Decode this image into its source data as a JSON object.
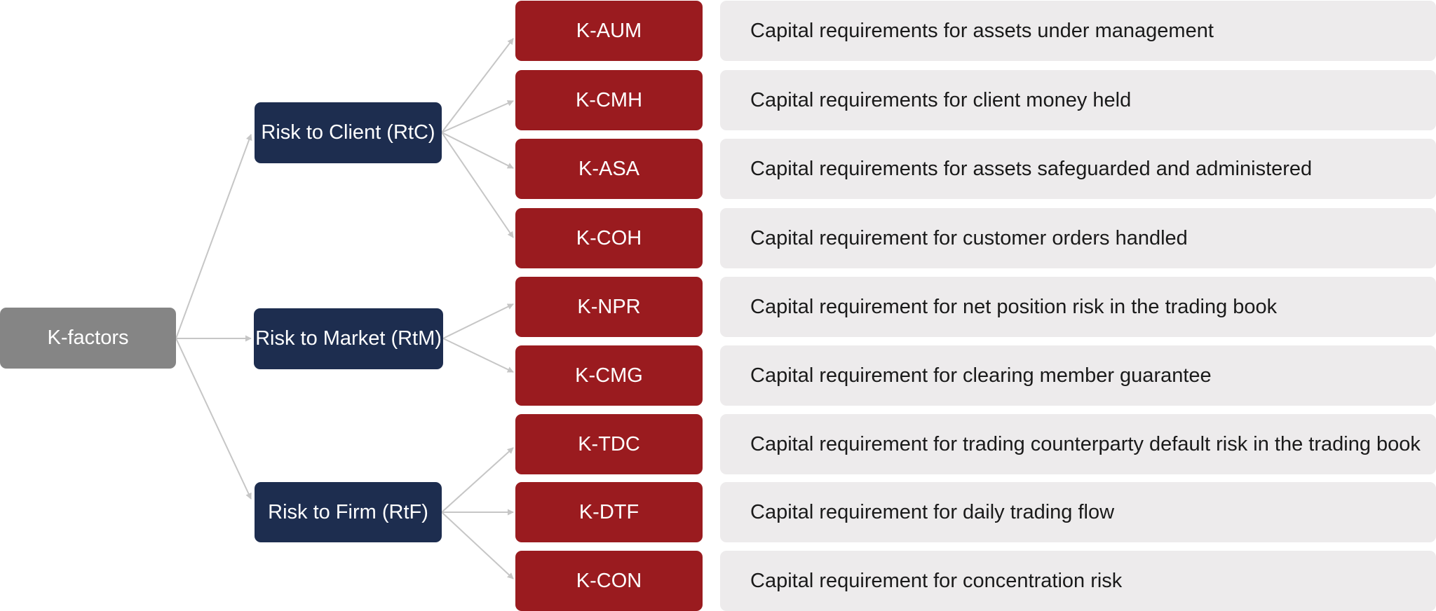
{
  "root": {
    "label": "K-factors"
  },
  "groups": [
    {
      "label": "Risk to Client (RtC)"
    },
    {
      "label": "Risk to Market (RtM)"
    },
    {
      "label": "Risk to Firm (RtF)"
    }
  ],
  "factors": [
    {
      "code": "K-AUM",
      "description": "Capital requirements for assets under management"
    },
    {
      "code": "K-CMH",
      "description": "Capital requirements for client money held"
    },
    {
      "code": "K-ASA",
      "description": "Capital requirements for assets safeguarded and administered"
    },
    {
      "code": "K-COH",
      "description": "Capital requirement for customer orders handled"
    },
    {
      "code": "K-NPR",
      "description": "Capital requirement for net position risk in the trading book"
    },
    {
      "code": "K-CMG",
      "description": "Capital requirement for clearing member guarantee"
    },
    {
      "code": "K-TDC",
      "description": "Capital requirement for trading counterparty default risk in the trading book"
    },
    {
      "code": "K-DTF",
      "description": "Capital requirement for daily trading flow"
    },
    {
      "code": "K-CON",
      "description": "Capital requirement for concentration risk"
    }
  ],
  "colors": {
    "root": "#858585",
    "group": "#1d2d4f",
    "factor": "#9a1b1f",
    "description": "#edebec",
    "connector": "#c6c6c6"
  }
}
